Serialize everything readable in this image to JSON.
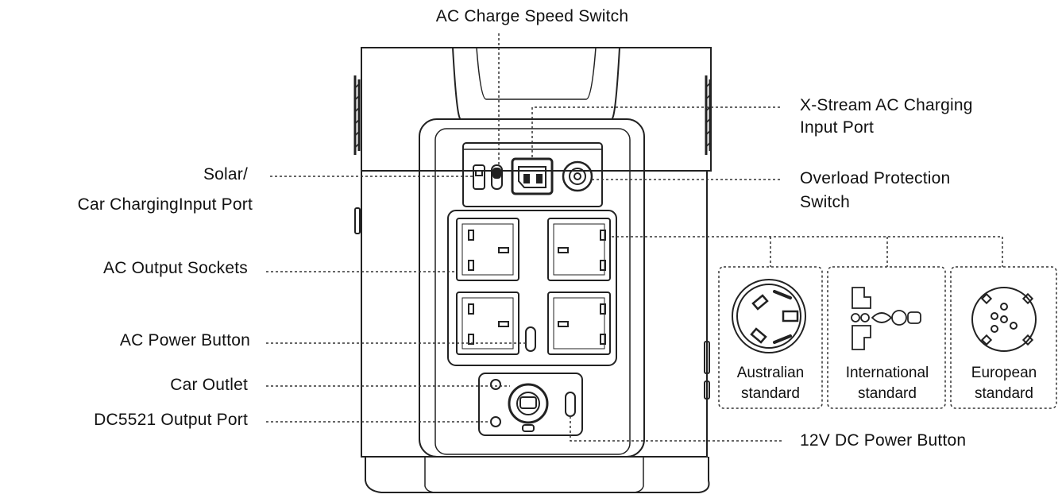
{
  "labels": {
    "ac_charge_speed_switch": "AC Charge Speed Switch",
    "xstream_line1": "X-Stream AC Charging",
    "xstream_line2": "Input Port",
    "solar_line1": "Solar/",
    "solar_line2": "Car ChargingInput Port",
    "overload_line1": "Overload Protection",
    "overload_line2": "Switch",
    "ac_output_sockets": "AC Output Sockets",
    "ac_power_button": "AC Power Button",
    "car_outlet": "Car Outlet",
    "dc5521_output_port": "DC5521 Output Port",
    "dc_power_button_12v": "12V DC Power Button"
  },
  "standards": [
    {
      "line1": "Australian",
      "line2": "standard"
    },
    {
      "line1": "International",
      "line2": "standard"
    },
    {
      "line1": "European",
      "line2": "standard"
    }
  ]
}
